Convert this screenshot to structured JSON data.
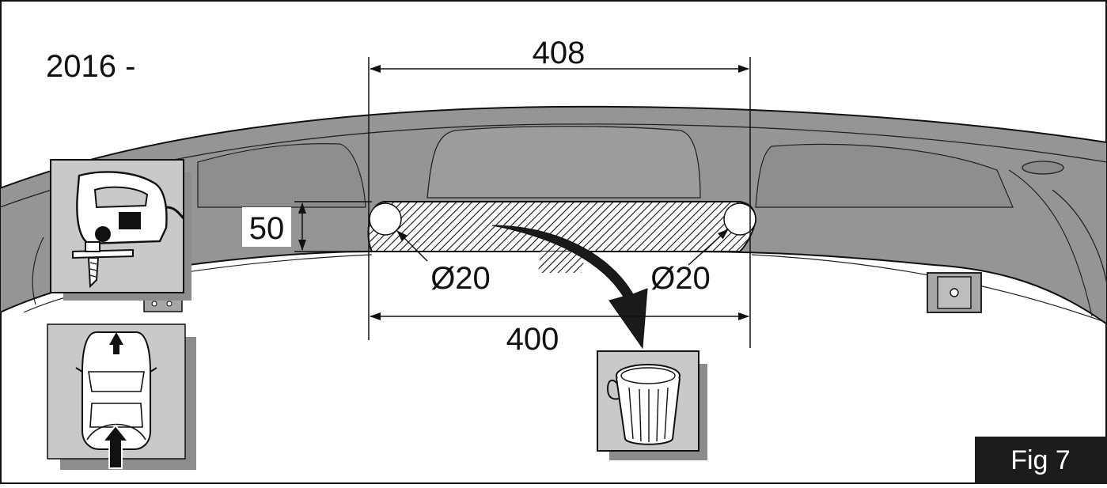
{
  "figure": {
    "year_label": "2016 -",
    "fig_label": "Fig 7",
    "dimensions": {
      "top_width": "408",
      "bottom_width": "400",
      "height": "50",
      "hole_left": "Ø20",
      "hole_right": "Ø20"
    },
    "icons": {
      "jigsaw": "jigsaw-icon",
      "car_rear": "car-rear-view-icon",
      "trash": "trash-bin-icon"
    },
    "colors": {
      "bumper": "#959595",
      "bumper_dark": "#7d7d7d",
      "tile_bg": "#c9c9c9",
      "tile_shadow": "#8c8c8c",
      "fig_bg": "#1c1c1c",
      "fig_text": "#ffffff",
      "line": "#111111"
    }
  }
}
